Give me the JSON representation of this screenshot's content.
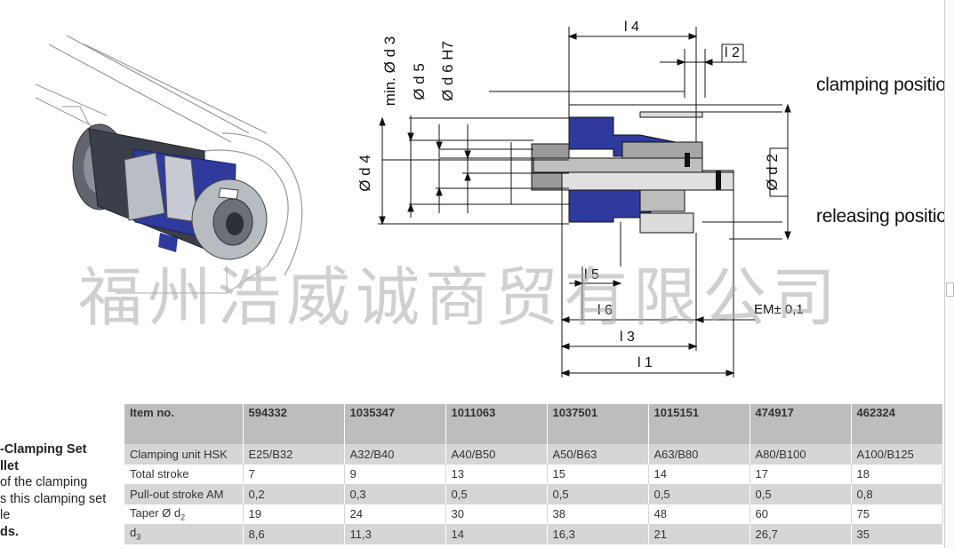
{
  "drawing": {
    "labels": {
      "d3": "min. Ø d 3",
      "d5": "Ø d 5",
      "d6": "Ø d 6 H7",
      "d4": "Ø d 4",
      "d2": "Ø d 2",
      "l4": "l 4",
      "l2": "l 2",
      "l5": "l 5",
      "l6": "l 6",
      "l3": "l 3",
      "l1": "l 1",
      "em": "EM± 0,1"
    },
    "clamping_position": "clamping position",
    "releasing_position": "releasing position",
    "watermark": "福州浩威诚商贸有限公司",
    "colors": {
      "blue": "#2e3a9c",
      "grey": "#8c8c8c",
      "line": "#111111"
    }
  },
  "description": {
    "line1": "-Clamping Set",
    "line2": "llet",
    "line3": "of the clamping",
    "line4": "s this clamping set",
    "line5": "le",
    "line6": "ds."
  },
  "table": {
    "header_label": "Item no.",
    "item_numbers": [
      "594332",
      "1035347",
      "1011063",
      "1037501",
      "1015151",
      "474917",
      "462324"
    ],
    "rows": [
      {
        "label": "Clamping unit HSK",
        "values": [
          "E25/B32",
          "A32/B40",
          "A40/B50",
          "A50/B63",
          "A63/B80",
          "A80/B100",
          "A100/B125"
        ]
      },
      {
        "label": "Total stroke",
        "values": [
          "7",
          "9",
          "13",
          "15",
          "14",
          "17",
          "18"
        ]
      },
      {
        "label": "Pull-out stroke AM",
        "values": [
          "0,2",
          "0,3",
          "0,5",
          "0,5",
          "0,5",
          "0,5",
          "0,8"
        ]
      },
      {
        "label_main": "Taper Ø d",
        "label_sub": "2",
        "values": [
          "19",
          "24",
          "30",
          "38",
          "48",
          "60",
          "75"
        ]
      },
      {
        "label_main": "d",
        "label_sub": "3",
        "values": [
          "8,6",
          "11,3",
          "14",
          "16,3",
          "21",
          "26,7",
          "35"
        ]
      }
    ]
  }
}
